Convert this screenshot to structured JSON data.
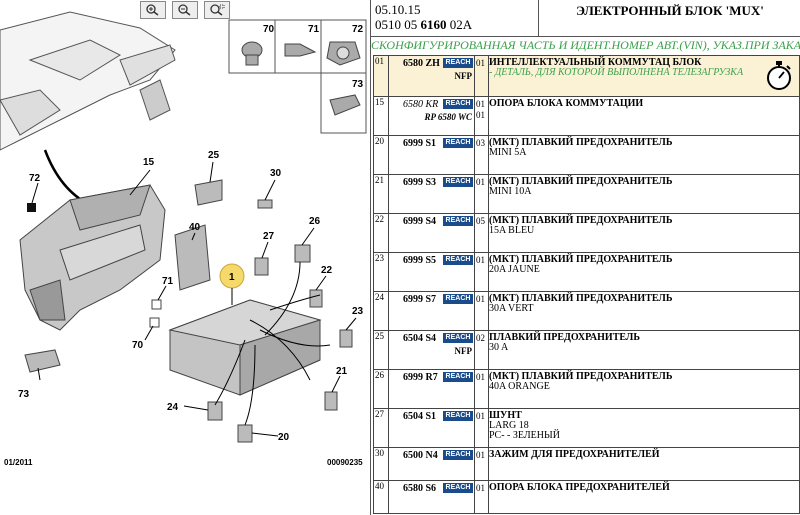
{
  "toolbar": {
    "zoom_in_icon": "zoom-in-icon",
    "zoom_out_icon": "zoom-out-icon",
    "zoom_area_icon": "zoom-area-icon"
  },
  "diagram": {
    "labels": [
      "70",
      "71",
      "72",
      "73",
      "15",
      "25",
      "30",
      "72",
      "40",
      "26",
      "27",
      "71",
      "1",
      "22",
      "70",
      "23",
      "21",
      "24",
      "20",
      "73"
    ],
    "footer_left": "01/2011",
    "footer_right": "00090235"
  },
  "header": {
    "date": "05.10.15",
    "part_prefix": "0510 05 ",
    "part_bold": "6160",
    "part_suffix": " 02A",
    "title": "ЭЛЕКТРОННЫЙ БЛОК 'MUX'"
  },
  "banner": "СКОНФИГУРИРОВАННАЯ ЧАСТЬ И ИДЕНТ.НОМЕР АВТ.(VIN), УКАЗ.ПРИ ЗАКАЗЕ",
  "reach_label": "REACH",
  "rows": [
    {
      "idx": "01",
      "ref": "6580 ZH",
      "sub": "NFP",
      "qty": "01",
      "qty2": "",
      "d1": "ИНТЕЛЛЕКТУАЛЬНЫЙ КОММУТАЦ БЛОК",
      "d2": "- ДЕТАЛЬ, ДЛЯ КОТОРОЙ ВЫПОЛНЕНА ТЕЛЕЗАГРУЗКА",
      "selected": true
    },
    {
      "idx": "15",
      "ref": "6580 KR",
      "sub": "RP 6580 WC",
      "qty": "01",
      "qty2": "01",
      "d1": "ОПОРА БЛОКА КОММУТАЦИИ",
      "d2": "",
      "selected": false
    },
    {
      "idx": "20",
      "ref": "6999 S1",
      "sub": "",
      "qty": "03",
      "qty2": "",
      "d1": "(МКТ) ПЛАВКИЙ ПРЕДОХРАНИТЕЛЬ",
      "d2": "MINI 5A",
      "selected": false
    },
    {
      "idx": "21",
      "ref": "6999 S3",
      "sub": "",
      "qty": "01",
      "qty2": "",
      "d1": "(МКТ) ПЛАВКИЙ ПРЕДОХРАНИТЕЛЬ",
      "d2": "MINI 10A",
      "selected": false
    },
    {
      "idx": "22",
      "ref": "6999 S4",
      "sub": "",
      "qty": "05",
      "qty2": "",
      "d1": "(МКТ) ПЛАВКИЙ ПРЕДОХРАНИТЕЛЬ",
      "d2": "15A BLEU",
      "selected": false
    },
    {
      "idx": "23",
      "ref": "6999 S5",
      "sub": "",
      "qty": "01",
      "qty2": "",
      "d1": "(МКТ) ПЛАВКИЙ ПРЕДОХРАНИТЕЛЬ",
      "d2": "20A JAUNE",
      "selected": false
    },
    {
      "idx": "24",
      "ref": "6999 S7",
      "sub": "",
      "qty": "01",
      "qty2": "",
      "d1": "(МКТ) ПЛАВКИЙ ПРЕДОХРАНИТЕЛЬ",
      "d2": "30A VERT",
      "selected": false
    },
    {
      "idx": "25",
      "ref": "6504 S4",
      "sub": "NFP",
      "qty": "02",
      "qty2": "",
      "d1": "ПЛАВКИЙ ПРЕДОХРАНИТЕЛЬ",
      "d2": "30 A",
      "selected": false
    },
    {
      "idx": "26",
      "ref": "6999 R7",
      "sub": "",
      "qty": "01",
      "qty2": "",
      "d1": "(МКТ) ПЛАВКИЙ ПРЕДОХРАНИТЕЛЬ",
      "d2": "40A ORANGE",
      "selected": false
    },
    {
      "idx": "27",
      "ref": "6504 S1",
      "sub": "",
      "qty": "01",
      "qty2": "",
      "d1": "ШУНТ",
      "d2": "LARG 18",
      "d3": "PC- - ЗЕЛЕНЫЙ",
      "selected": false
    },
    {
      "idx": "30",
      "ref": "6500 N4",
      "sub": "",
      "qty": "01",
      "qty2": "",
      "d1": "ЗАЖИМ ДЛЯ ПРЕДОХРАНИТЕЛЕЙ",
      "d2": "",
      "selected": false
    },
    {
      "idx": "40",
      "ref": "6580 S6",
      "sub": "",
      "qty": "01",
      "qty2": "",
      "d1": "ОПОРА БЛОКА ПРЕДОХРАНИТЕЛЕЙ",
      "d2": "",
      "selected": false
    }
  ],
  "colors": {
    "green": "#39a14a",
    "reach_bg": "#1a4c8c",
    "selected_bg": "#fbf2d6"
  }
}
